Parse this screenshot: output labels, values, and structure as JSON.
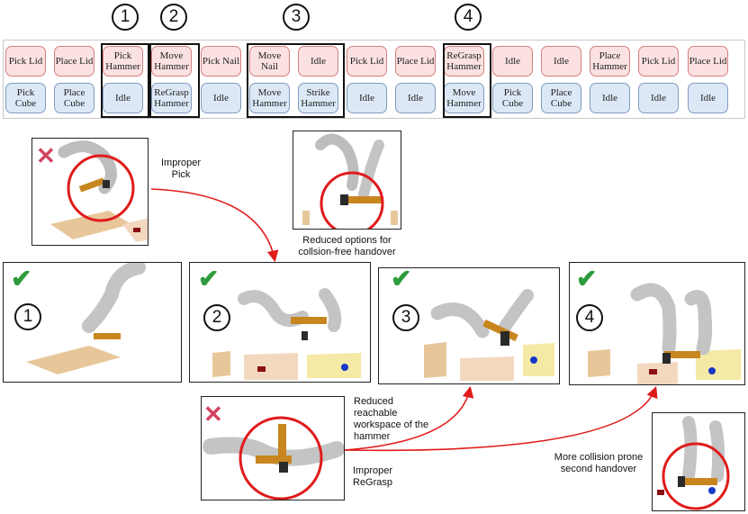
{
  "steps": [
    "1",
    "2",
    "3",
    "4"
  ],
  "top_row": [
    "Pick Lid",
    "Place Lid",
    "Pick Hammer",
    "Move Hammer",
    "Pick Nail",
    "Move Nail",
    "Idle",
    "Pick Lid",
    "Place Lid",
    "ReGrasp Hammer",
    "Idle",
    "Idle",
    "Place Hammer",
    "Pick Lid",
    "Place Lid"
  ],
  "bottom_row": [
    "Pick Cube",
    "Place Cube",
    "Idle",
    "ReGrasp Hammer",
    "Idle",
    "Move Hammer",
    "Strike Hammer",
    "Idle",
    "Idle",
    "Move Hammer",
    "Pick Cube",
    "Place Cube",
    "Idle",
    "Idle",
    "Idle"
  ],
  "captions": {
    "improper_pick": "Improper Pick",
    "reduced_options": "Reduced options for collsion-free handover",
    "reduced_reachable": "Reduced reachable workspace of the hammer",
    "improper_regrasp": "Improper ReGrasp",
    "collision_prone": "More collision prone second handover"
  },
  "colors": {
    "check": "#2e9b3c",
    "cross": "#d3425f",
    "arrow": "#e01b1b",
    "circle": "#e01b1b"
  }
}
